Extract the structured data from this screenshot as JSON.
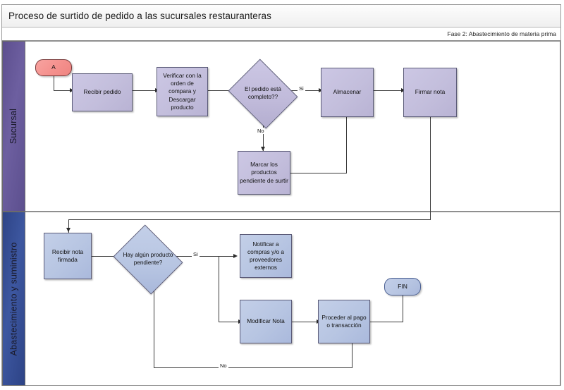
{
  "header": {
    "title": "Proceso de surtido de pedido a las sucursales restauranteras",
    "phase": "Fase 2: Abastecimiento de materia prima"
  },
  "colors": {
    "lane_top": "#5d4f8f",
    "lane_bottom": "#2e4487",
    "node_purple": "#c3bedc",
    "node_blue": "#b7c5e2",
    "terminal_red": "#f4908d",
    "connector": "#3a3a3a"
  },
  "lanes": [
    {
      "label": "Sucursal"
    },
    {
      "label": "Abastecimiento y suministro"
    }
  ],
  "nodes": {
    "start_a": "A",
    "recibir_pedido": "Recibir pedido",
    "verificar": "Verificar con la orden de compara y Descargar producto",
    "decision_pedido": "El pedido está completo??",
    "almacenar": "Almacenar",
    "firmar_nota": "Firmar nota",
    "marcar_productos": "Marcar los productos pendiente de surtir",
    "recibir_nota": "Recibir nota firmada",
    "decision_pendiente": "Hay algún producto pendiente?",
    "notificar": "Notificar a compras y/o a proveedores externos",
    "modificar_nota": "Modificar  Nota",
    "proceder_pago": "Proceder al pago o transacción",
    "fin": "FIN"
  },
  "edge_labels": {
    "si_top": "Si",
    "no_top": "No",
    "si_bottom": "Si",
    "no_bottom": "No"
  }
}
